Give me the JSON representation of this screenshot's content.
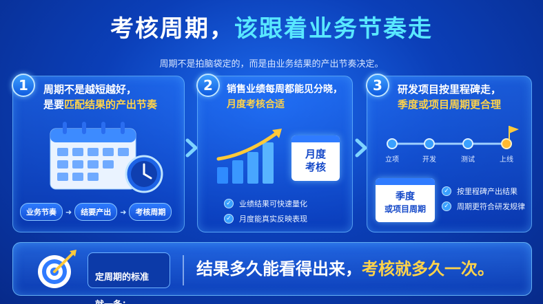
{
  "header": {
    "title_white": "考核周期，",
    "title_cyan": "该跟着业务节奏走",
    "subtitle": "周期不是拍脑袋定的，而是由业务结果的产出节奏决定。"
  },
  "cards": [
    {
      "number": "1",
      "title_line1": "周期不是越短越好，",
      "title_line2_prefix": "是要",
      "title_line2_highlight": "匹配结果的产出节奏",
      "flow": [
        "业务节奏",
        "结要产出",
        "考核周期"
      ]
    },
    {
      "number": "2",
      "title_line1": "销售业绩每周都能见分晓，",
      "title_line2": "月度考核合适",
      "calendar_label": "月度\n考核",
      "calendar_line1": "月度",
      "calendar_line2": "考核",
      "checks": [
        "业绩结果可快速量化",
        "月度能真实反映表现"
      ]
    },
    {
      "number": "3",
      "title_line1": "研发项目按里程碑走，",
      "title_line2": "季度或项目周期更合理",
      "timeline": [
        "立项",
        "开发",
        "测试",
        "上线"
      ],
      "calendar_line1": "季度",
      "calendar_line2": "或项目周期",
      "checks": [
        "按里程碑产出结果",
        "周期更符合研发规律"
      ]
    }
  ],
  "footer": {
    "standard_line1": "定周期的标准",
    "standard_line2": "就一条：",
    "conclusion_white": "结果多久能看得出来，",
    "conclusion_yellow": "考核就多久一次。"
  },
  "colors": {
    "accent_cyan": "#59e8ff",
    "highlight_yellow": "#ffd34a",
    "card_border": "#6ebeff",
    "bg_blue": "#0b3fb8"
  },
  "icons": [
    "calendar-icon",
    "clock-icon",
    "growth-chart-icon",
    "milestone-flag-icon",
    "target-icon",
    "check-icon",
    "arrow-right-icon"
  ]
}
